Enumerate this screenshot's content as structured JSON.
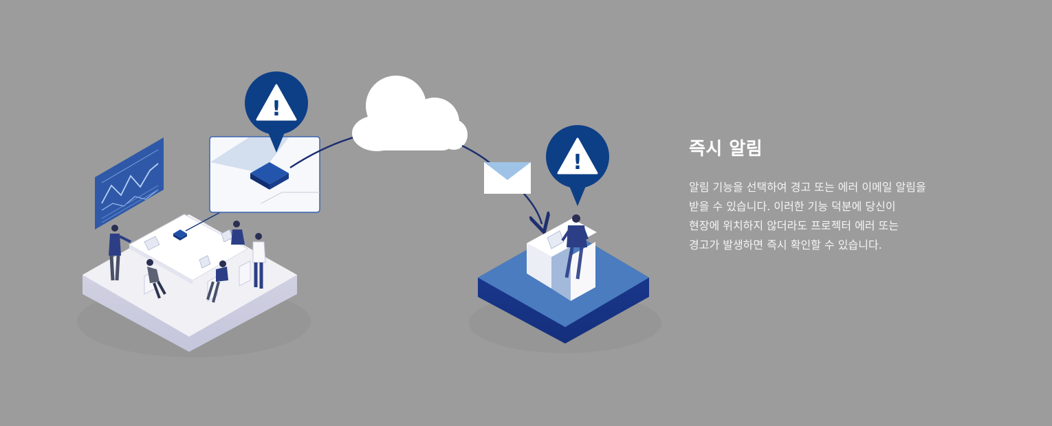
{
  "feature": {
    "title": "즉시 알림",
    "description_lines": [
      "알림 기능을 선택하여 경고 또는 에러 이메일 알림을",
      "받을 수 있습니다. 이러한 기능 덕분에 당신이",
      "현장에 위치하지 않더라도 프로젝터 에러 또는",
      "경고가 발생하면 즉시 확인할 수 있습니다."
    ]
  },
  "alert_badge": {
    "symbol": "!"
  },
  "icons": {
    "left_alert": "warning-triangle-icon",
    "right_alert": "warning-triangle-icon",
    "cloud": "cloud-icon",
    "mail": "envelope-icon",
    "device": "projector-device-icon"
  },
  "colors": {
    "background": "#9c9c9c",
    "navy": "#0d3f86",
    "blue_platform": "#4a7cbf",
    "white_platform": "#f1f1f6",
    "mail_flap": "#9ec3e6"
  }
}
